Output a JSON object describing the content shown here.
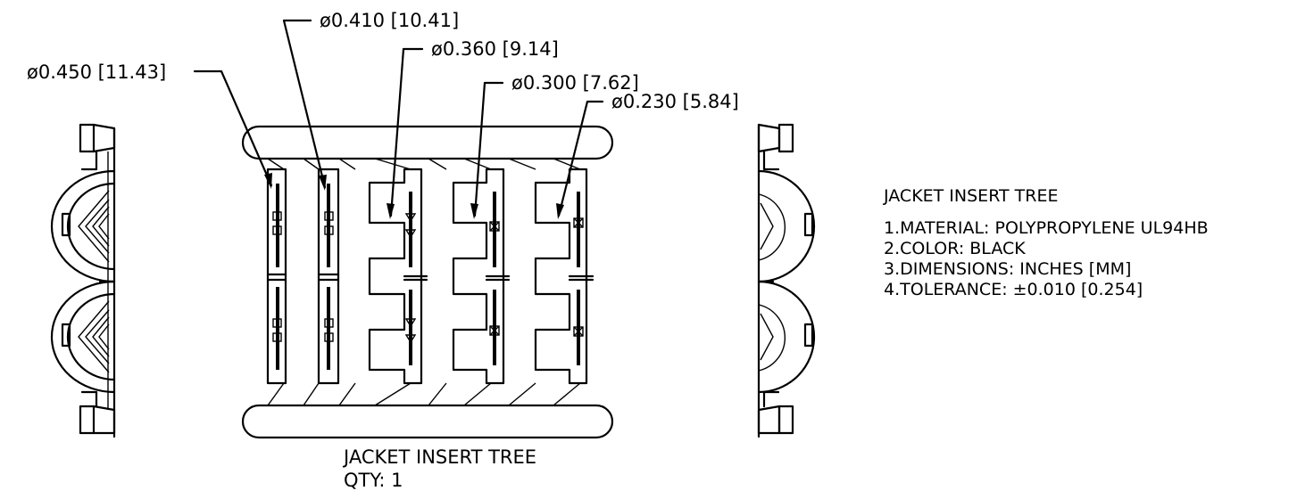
{
  "callouts": [
    {
      "id": "d450",
      "text": "ø0.450  [11.43]"
    },
    {
      "id": "d410",
      "text": "ø0.410  [10.41]"
    },
    {
      "id": "d360",
      "text": "ø0.360  [9.14]"
    },
    {
      "id": "d300",
      "text": "ø0.300  [7.62]"
    },
    {
      "id": "d230",
      "text": "ø0.230  [5.84]"
    }
  ],
  "notes": {
    "title": "JACKET INSERT TREE",
    "items": [
      "1.MATERIAL: POLYPROPYLENE UL94HB",
      "2.COLOR: BLACK",
      "3.DIMENSIONS: INCHES [MM]",
      "4.TOLERANCE: ±0.010 [0.254]"
    ]
  },
  "caption": {
    "title": "JACKET INSERT TREE",
    "qty": "QTY: 1"
  }
}
